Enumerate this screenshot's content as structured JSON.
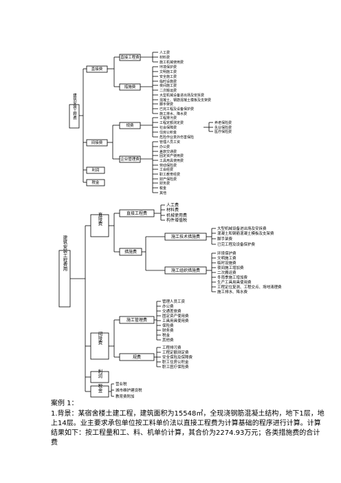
{
  "diagram1": {
    "root": "建筑安装工程费",
    "direct": "直接费",
    "direct_engineering": "直接工程费",
    "direct_engineering_items": [
      "人工费",
      "材料费",
      "施工机械使用费"
    ],
    "measures": "措施费",
    "measures_items": [
      "环境保护费",
      "文明施工费",
      "安全施工费",
      "临时设施费",
      "夜间施工费",
      "二次搬运费",
      "大型机械设备进出场及安拆费",
      "混凝土、钢筋混凝土模板及支架费",
      "脚手架费",
      "已完工程及设备保护费",
      "施工排水、降水费"
    ],
    "indirect": "间接费",
    "fees": "规费",
    "fees_items": [
      "工程排污费",
      "工程定额测定费",
      "社会保障费",
      "住房公积金",
      "危险作业意外伤害保险"
    ],
    "social_insurance_items": [
      "养老保险费",
      "失业保险费",
      "医疗保险费"
    ],
    "mgmt": "企业管理费",
    "mgmt_items": [
      "管理人员工资",
      "办公费",
      "差旅交通费",
      "固定资产使用费",
      "工具用具使用费",
      "劳动保险费",
      "工会经费",
      "职工教育经费",
      "财产保险费",
      "财务费",
      "税金",
      "其他"
    ],
    "profit": "利润",
    "tax": "税金"
  },
  "diagram2": {
    "root": "建筑安装工程费用",
    "direct": "直接费",
    "direct_engineering": "直接工程费",
    "direct_engineering_items": [
      "人工费",
      "材料费",
      "机械使用费",
      "构件增值税"
    ],
    "measures": "措施费",
    "tech_measures": "施工技术措施费",
    "tech_items": [
      "大型机械设备进出场及安拆费",
      "混凝土和钢筋混凝土模板及支架费",
      "脚手架费",
      "已完工程及设备保护费"
    ],
    "org_measures": "施工组织措施费",
    "org_items": [
      "环境保护费",
      "文明施工费",
      "临时设施费",
      "夜间施工增加费",
      "二次搬运费",
      "冬雨季施工增加费",
      "生产工具用具使用费",
      "工程定位复测、工程交点、场地清理费",
      "施工排水、降水费"
    ],
    "indirect": "间接费",
    "mgmt": "施工管理费",
    "mgmt_items": [
      "管理人员工资",
      "办公费",
      "交通差旅费",
      "固定资产使用费",
      "工具用具使用费",
      "保险费",
      "财务费",
      "税金",
      "其他费"
    ],
    "fees": "规费",
    "fees_items": [
      "工程排污费",
      "工程定额测定费",
      "安全保险及保障费",
      "职工住房公积金",
      "职工医疗保险费"
    ],
    "profit": "利润",
    "tax": "税金",
    "tax_items": [
      "营业税",
      "城市维护建设税",
      "教育费附加"
    ]
  },
  "case": {
    "title": "案例 1：",
    "body": "1.背景：某宿舍楼土建工程，建筑面积为15548㎡，全现浇钢筋混凝土结构，地下1层，地上14层。业主要求承包单位按工料单价法以直接工程费为计算基础的程序进行计算。计算结果如下：按工程量和工、料、机单价计算，其合价为2274.93万元；各类措施费的合计费"
  }
}
